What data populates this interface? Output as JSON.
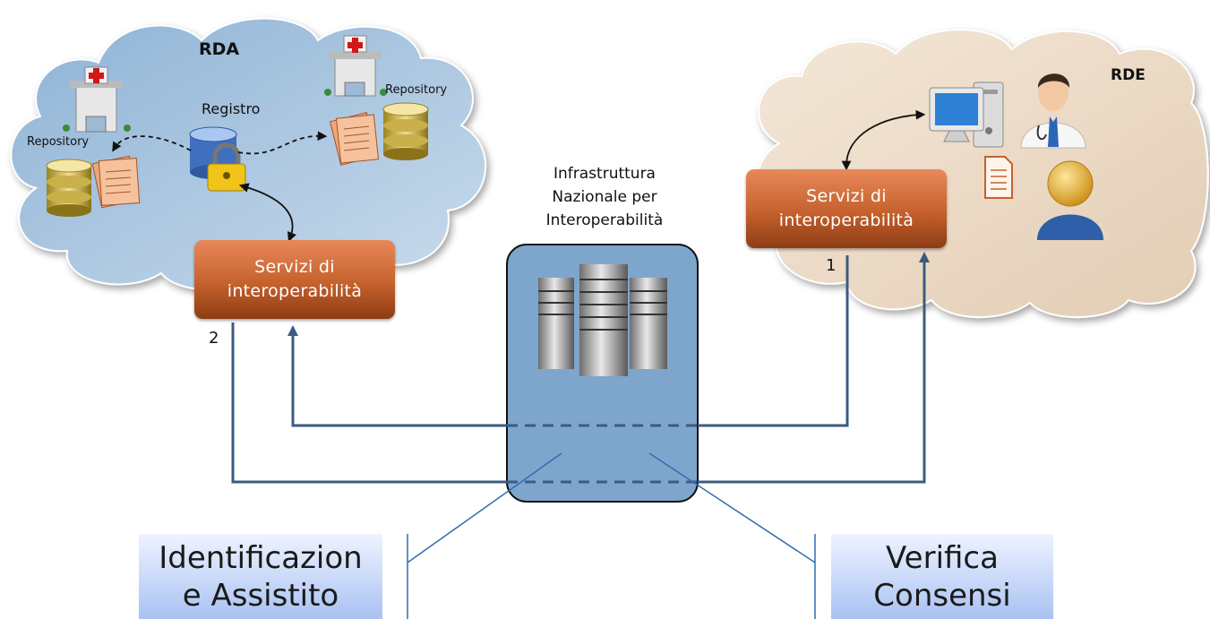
{
  "rda": {
    "title": "RDA",
    "registry_label": "Registro",
    "repository_left": "Repository",
    "repository_right": "Repository",
    "services_line1": "Servizi di",
    "services_line2": "interoperabilità",
    "step": "2"
  },
  "rde": {
    "title": "RDE",
    "services_line1": "Servizi di",
    "services_line2": "interoperabilità",
    "step": "1"
  },
  "infrastructure": {
    "line1": "Infrastruttura",
    "line2": "Nazionale per",
    "line3": "Interoperabilità"
  },
  "callouts": {
    "left_line1": "Identificazion",
    "left_line2": "e Assistito",
    "right_line1": "Verifica",
    "right_line2": "Consensi"
  },
  "colors": {
    "flow_line": "#3a5c80",
    "services_box": "#c5612d",
    "server_box": "#7ea6cc",
    "rda_cloud": "#a9c4de",
    "rde_cloud": "#ebd9c2"
  }
}
